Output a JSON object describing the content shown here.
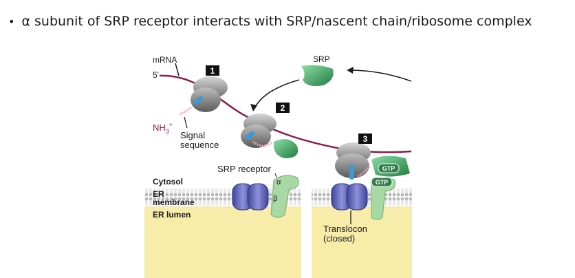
{
  "slide": {
    "bullet_char": "•",
    "bullet_text": "α subunit of SRP receptor interacts with SRP/nascent chain/ribosome complex"
  },
  "figure": {
    "labels": {
      "mrna": "mRNA",
      "five_prime": "5'",
      "nh3": "NH",
      "nh3_sub": "3",
      "nh3_sup": "+",
      "signal_line1": "Signal",
      "signal_line2": "sequence",
      "srp": "SRP",
      "srp_receptor": "SRP receptor",
      "alpha": "α",
      "beta": "β",
      "cytosol": "Cytosol",
      "er_line1": "ER",
      "er_line2": "membrane",
      "er_lumen": "ER lumen",
      "gtp1": "GTP",
      "gtp2": "GTP",
      "translocon_line1": "Translocon",
      "translocon_line2": "(closed)"
    },
    "steps": [
      "1",
      "2",
      "3"
    ],
    "colors": {
      "mrna": "#8b1a4a",
      "ribosome": "#8e8e8e",
      "srp": "#2e9a55",
      "translocon": "#5a5fb8",
      "receptor": "#a8d8a4",
      "lumen": "#f7ecaa",
      "signal": "#3a9ad9"
    }
  }
}
